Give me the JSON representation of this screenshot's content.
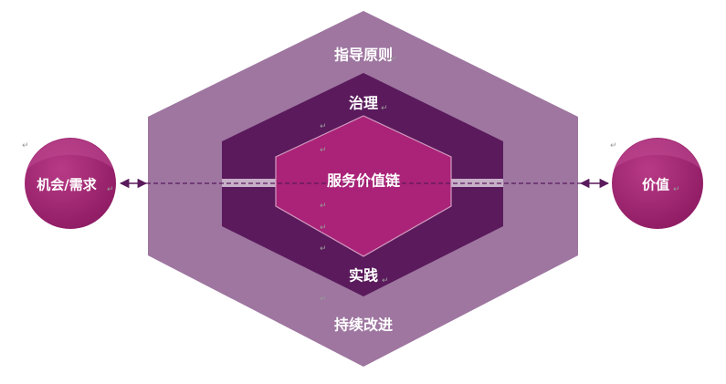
{
  "diagram": {
    "outer_label": "指导原则",
    "governance_label": "治理",
    "center_label": "服务价值链",
    "practice_label": "实践",
    "bottom_label": "持续改进",
    "left_circle_label": "机会/需求",
    "right_circle_label": "价值",
    "paragraph_mark": "↵"
  },
  "colors": {
    "outer_hex": "#9e76a0",
    "middle_band": "#5a1a5c",
    "center_hex": "#aa2378",
    "circle": "#a8236f",
    "circle_light": "#b4357f",
    "arrow": "#5a1a5c"
  }
}
